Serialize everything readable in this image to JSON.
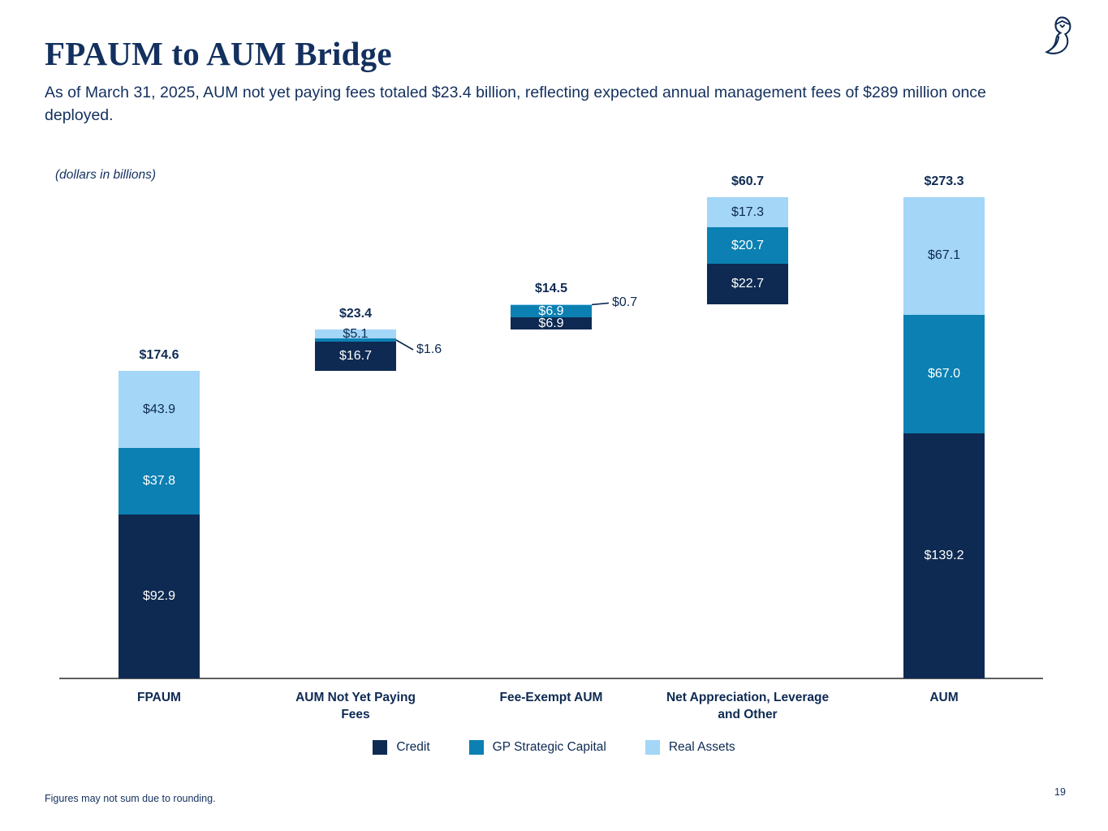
{
  "header": {
    "title": "FPAUM to AUM Bridge",
    "subtitle": "As of March 31, 2025, AUM not yet paying fees totaled $23.4 billion, reflecting expected annual management fees of $289 million once deployed.",
    "logo_icon": "owl-icon"
  },
  "chart_data": {
    "type": "bar",
    "subtype": "stacked-waterfall-bridge",
    "title": "FPAUM to AUM Bridge",
    "units_note": "(dollars in billions)",
    "grid": false,
    "legend_position": "bottom",
    "ylim": [
      0,
      280
    ],
    "categories": [
      "FPAUM",
      "AUM Not Yet Paying Fees",
      "Fee-Exempt AUM",
      "Net Appreciation, Leverage and Other",
      "AUM"
    ],
    "category_label_lines": [
      [
        "FPAUM"
      ],
      [
        "AUM Not Yet Paying",
        "Fees"
      ],
      [
        "Fee-Exempt AUM"
      ],
      [
        "Net Appreciation, Leverage",
        "and Other"
      ],
      [
        "AUM"
      ]
    ],
    "series": [
      {
        "key": "credit",
        "name": "Credit",
        "color": "#0e2a52",
        "values": [
          92.9,
          16.7,
          6.9,
          22.7,
          139.2
        ]
      },
      {
        "key": "gp",
        "name": "GP Strategic Capital",
        "color": "#0c80b2",
        "values": [
          37.8,
          1.6,
          6.9,
          20.7,
          67.0
        ]
      },
      {
        "key": "real",
        "name": "Real Assets",
        "color": "#a3d6f7",
        "values": [
          43.9,
          5.1,
          0.7,
          17.3,
          67.1
        ]
      }
    ],
    "bar_starts": [
      0,
      174.6,
      198.0,
      212.5,
      0
    ],
    "totals": [
      174.6,
      23.4,
      14.5,
      60.7,
      273.3
    ],
    "total_labels": [
      "$174.6",
      "$23.4",
      "$14.5",
      "$60.7",
      "$273.3"
    ],
    "segment_labels": [
      [
        {
          "text": "$92.9",
          "style": "on-dark"
        },
        {
          "text": "$37.8",
          "style": "on-dark"
        },
        {
          "text": "$43.9",
          "style": "on-light"
        }
      ],
      [
        {
          "text": "$16.7",
          "style": "on-dark"
        },
        {
          "text": "$1.6",
          "style": "callout"
        },
        {
          "text": "$5.1",
          "style": "on-light"
        }
      ],
      [
        {
          "text": "$6.9",
          "style": "on-dark"
        },
        {
          "text": "$6.9",
          "style": "on-dark"
        },
        {
          "text": "$0.7",
          "style": "callout"
        }
      ],
      [
        {
          "text": "$22.7",
          "style": "on-dark"
        },
        {
          "text": "$20.7",
          "style": "on-dark"
        },
        {
          "text": "$17.3",
          "style": "on-light"
        }
      ],
      [
        {
          "text": "$139.2",
          "style": "on-dark"
        },
        {
          "text": "$67.0",
          "style": "on-dark"
        },
        {
          "text": "$67.1",
          "style": "on-light"
        }
      ]
    ]
  },
  "footer": {
    "note": "Figures may not sum due to rounding.",
    "page_number": "19"
  }
}
